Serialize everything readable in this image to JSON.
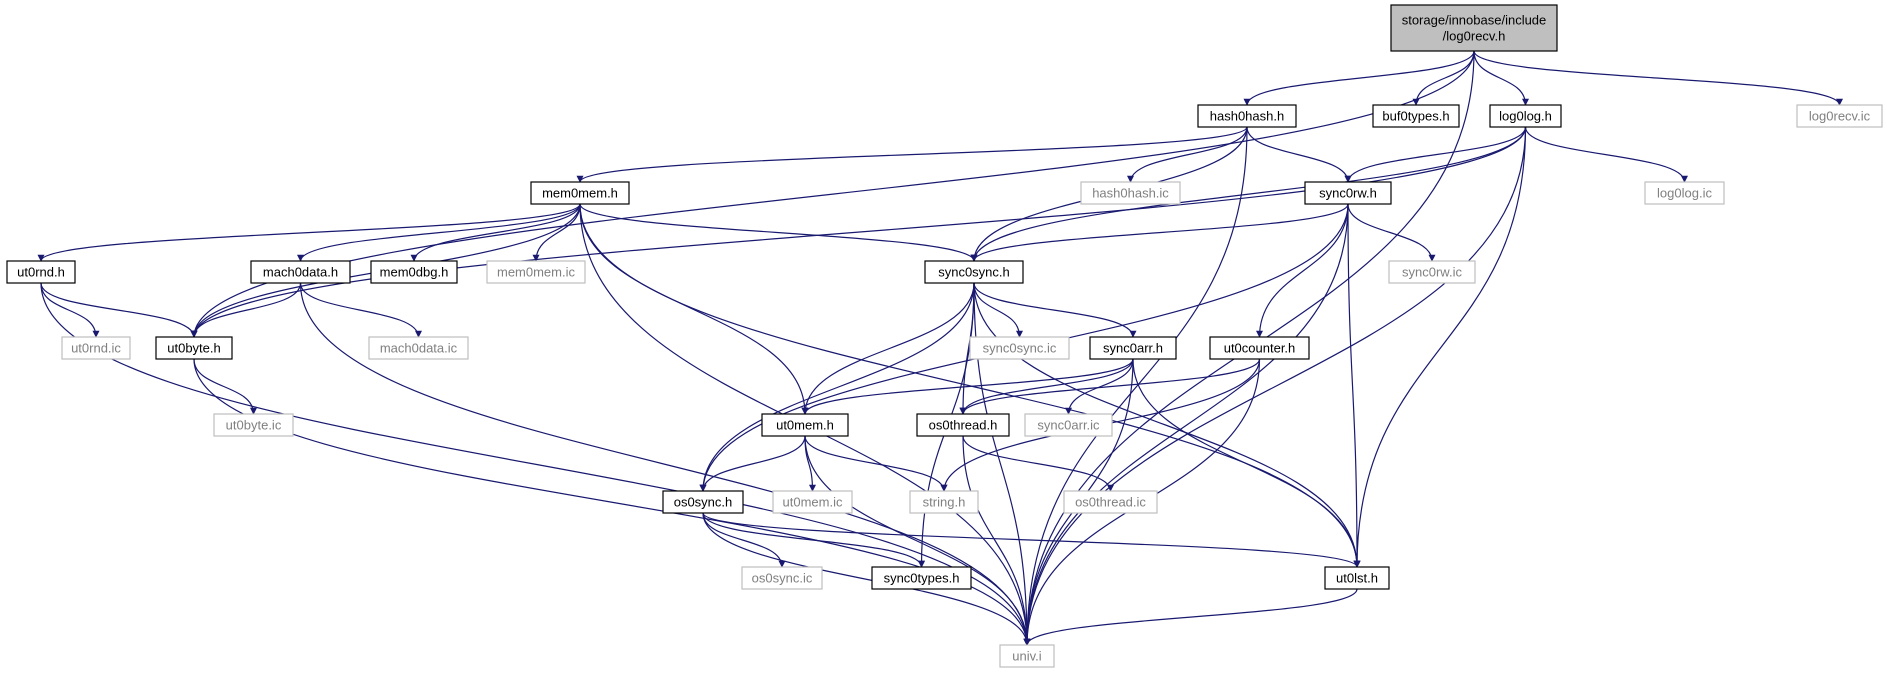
{
  "graph": {
    "type": "include-dependency-graph",
    "colors": {
      "edge": "#191970",
      "node_border": "#000000",
      "missing_border": "#bfbfbf",
      "missing_text": "#808080",
      "root_fill": "#bfbfbf",
      "background": "#ffffff"
    },
    "nodes": [
      {
        "id": "root",
        "lines": [
          "storage/innobase/include",
          "/log0recv.h"
        ],
        "style": "root"
      },
      {
        "id": "hash0hash_h",
        "lines": [
          "hash0hash.h"
        ],
        "style": "normal"
      },
      {
        "id": "buf0types_h",
        "lines": [
          "buf0types.h"
        ],
        "style": "normal"
      },
      {
        "id": "log0log_h",
        "lines": [
          "log0log.h"
        ],
        "style": "normal"
      },
      {
        "id": "log0recv_ic",
        "lines": [
          "log0recv.ic"
        ],
        "style": "missing"
      },
      {
        "id": "mem0mem_h",
        "lines": [
          "mem0mem.h"
        ],
        "style": "normal"
      },
      {
        "id": "hash0hash_ic",
        "lines": [
          "hash0hash.ic"
        ],
        "style": "missing"
      },
      {
        "id": "sync0rw_h",
        "lines": [
          "sync0rw.h"
        ],
        "style": "normal"
      },
      {
        "id": "log0log_ic",
        "lines": [
          "log0log.ic"
        ],
        "style": "missing"
      },
      {
        "id": "ut0rnd_h",
        "lines": [
          "ut0rnd.h"
        ],
        "style": "normal"
      },
      {
        "id": "mach0data_h",
        "lines": [
          "mach0data.h"
        ],
        "style": "normal"
      },
      {
        "id": "mem0dbg_h",
        "lines": [
          "mem0dbg.h"
        ],
        "style": "normal"
      },
      {
        "id": "mem0mem_ic",
        "lines": [
          "mem0mem.ic"
        ],
        "style": "missing"
      },
      {
        "id": "sync0sync_h",
        "lines": [
          "sync0sync.h"
        ],
        "style": "normal"
      },
      {
        "id": "sync0rw_ic",
        "lines": [
          "sync0rw.ic"
        ],
        "style": "missing"
      },
      {
        "id": "ut0rnd_ic",
        "lines": [
          "ut0rnd.ic"
        ],
        "style": "missing"
      },
      {
        "id": "ut0byte_h",
        "lines": [
          "ut0byte.h"
        ],
        "style": "normal"
      },
      {
        "id": "mach0data_ic",
        "lines": [
          "mach0data.ic"
        ],
        "style": "missing"
      },
      {
        "id": "sync0sync_ic",
        "lines": [
          "sync0sync.ic"
        ],
        "style": "missing"
      },
      {
        "id": "sync0arr_h",
        "lines": [
          "sync0arr.h"
        ],
        "style": "normal"
      },
      {
        "id": "ut0counter_h",
        "lines": [
          "ut0counter.h"
        ],
        "style": "normal"
      },
      {
        "id": "ut0byte_ic",
        "lines": [
          "ut0byte.ic"
        ],
        "style": "missing"
      },
      {
        "id": "ut0mem_h",
        "lines": [
          "ut0mem.h"
        ],
        "style": "normal"
      },
      {
        "id": "os0thread_h",
        "lines": [
          "os0thread.h"
        ],
        "style": "normal"
      },
      {
        "id": "sync0arr_ic",
        "lines": [
          "sync0arr.ic"
        ],
        "style": "missing"
      },
      {
        "id": "ut0mem_ic",
        "lines": [
          "ut0mem.ic"
        ],
        "style": "missing"
      },
      {
        "id": "string_h",
        "lines": [
          "string.h"
        ],
        "style": "missing"
      },
      {
        "id": "os0thread_ic",
        "lines": [
          "os0thread.ic"
        ],
        "style": "missing"
      },
      {
        "id": "os0sync_h",
        "lines": [
          "os0sync.h"
        ],
        "style": "normal"
      },
      {
        "id": "os0sync_ic",
        "lines": [
          "os0sync.ic"
        ],
        "style": "missing"
      },
      {
        "id": "sync0types_h",
        "lines": [
          "sync0types.h"
        ],
        "style": "normal"
      },
      {
        "id": "ut0lst_h",
        "lines": [
          "ut0lst.h"
        ],
        "style": "normal"
      },
      {
        "id": "univ_i",
        "lines": [
          "univ.i"
        ],
        "style": "missing"
      }
    ],
    "edges": [
      [
        "root",
        "hash0hash_h"
      ],
      [
        "root",
        "buf0types_h"
      ],
      [
        "root",
        "log0log_h"
      ],
      [
        "root",
        "log0recv_ic"
      ],
      [
        "root",
        "ut0byte_h"
      ],
      [
        "root",
        "univ_i"
      ],
      [
        "hash0hash_h",
        "mem0mem_h"
      ],
      [
        "hash0hash_h",
        "hash0hash_ic"
      ],
      [
        "hash0hash_h",
        "sync0rw_h"
      ],
      [
        "hash0hash_h",
        "sync0sync_h"
      ],
      [
        "hash0hash_h",
        "univ_i"
      ],
      [
        "log0log_h",
        "ut0byte_h"
      ],
      [
        "log0log_h",
        "sync0sync_h"
      ],
      [
        "log0log_h",
        "sync0rw_h"
      ],
      [
        "log0log_h",
        "log0log_ic"
      ],
      [
        "log0log_h",
        "ut0lst_h"
      ],
      [
        "log0log_h",
        "univ_i"
      ],
      [
        "mem0mem_h",
        "ut0rnd_h"
      ],
      [
        "mem0mem_h",
        "ut0byte_h"
      ],
      [
        "mem0mem_h",
        "mach0data_h"
      ],
      [
        "mem0mem_h",
        "mem0dbg_h"
      ],
      [
        "mem0mem_h",
        "mem0mem_ic"
      ],
      [
        "mem0mem_h",
        "sync0sync_h"
      ],
      [
        "mem0mem_h",
        "ut0mem_h"
      ],
      [
        "mem0mem_h",
        "ut0lst_h"
      ],
      [
        "mem0mem_h",
        "univ_i"
      ],
      [
        "sync0rw_h",
        "sync0sync_h"
      ],
      [
        "sync0rw_h",
        "os0sync_h"
      ],
      [
        "sync0rw_h",
        "sync0rw_ic"
      ],
      [
        "sync0rw_h",
        "ut0counter_h"
      ],
      [
        "sync0rw_h",
        "ut0lst_h"
      ],
      [
        "sync0rw_h",
        "univ_i"
      ],
      [
        "ut0rnd_h",
        "ut0rnd_ic"
      ],
      [
        "ut0rnd_h",
        "ut0byte_h"
      ],
      [
        "ut0rnd_h",
        "univ_i"
      ],
      [
        "mach0data_h",
        "ut0byte_h"
      ],
      [
        "mach0data_h",
        "mach0data_ic"
      ],
      [
        "mach0data_h",
        "univ_i"
      ],
      [
        "sync0sync_h",
        "sync0sync_ic"
      ],
      [
        "sync0sync_h",
        "sync0arr_h"
      ],
      [
        "sync0sync_h",
        "os0thread_h"
      ],
      [
        "sync0sync_h",
        "ut0mem_h"
      ],
      [
        "sync0sync_h",
        "os0sync_h"
      ],
      [
        "sync0sync_h",
        "sync0types_h"
      ],
      [
        "sync0sync_h",
        "ut0lst_h"
      ],
      [
        "sync0sync_h",
        "univ_i"
      ],
      [
        "ut0byte_h",
        "ut0byte_ic"
      ],
      [
        "ut0byte_h",
        "univ_i"
      ],
      [
        "sync0arr_h",
        "ut0mem_h"
      ],
      [
        "sync0arr_h",
        "os0thread_h"
      ],
      [
        "sync0arr_h",
        "sync0arr_ic"
      ],
      [
        "sync0arr_h",
        "ut0lst_h"
      ],
      [
        "sync0arr_h",
        "univ_i"
      ],
      [
        "ut0counter_h",
        "os0thread_h"
      ],
      [
        "ut0counter_h",
        "string_h"
      ],
      [
        "ut0counter_h",
        "univ_i"
      ],
      [
        "ut0mem_h",
        "os0sync_h"
      ],
      [
        "ut0mem_h",
        "ut0mem_ic"
      ],
      [
        "ut0mem_h",
        "string_h"
      ],
      [
        "ut0mem_h",
        "univ_i"
      ],
      [
        "os0thread_h",
        "os0thread_ic"
      ],
      [
        "os0thread_h",
        "univ_i"
      ],
      [
        "os0sync_h",
        "os0sync_ic"
      ],
      [
        "os0sync_h",
        "sync0types_h"
      ],
      [
        "os0sync_h",
        "ut0lst_h"
      ],
      [
        "os0sync_h",
        "univ_i"
      ],
      [
        "ut0lst_h",
        "univ_i"
      ]
    ]
  }
}
